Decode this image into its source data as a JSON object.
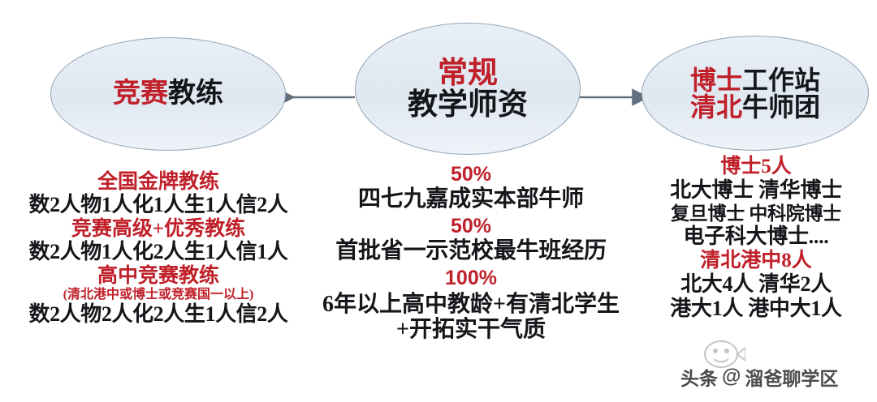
{
  "theme": {
    "red": "#c0202a",
    "black": "#14161a",
    "node_fill": "#e4ebf3",
    "node_stroke": "#8fa3b5",
    "arrow_color": "#6b7b8c",
    "background": "#ffffff"
  },
  "nodes": {
    "left": {
      "name": "competition-coach",
      "line1_red": "竞赛",
      "line1_black": "教练"
    },
    "center": {
      "name": "regular-teaching-faculty",
      "line1_red": "常规",
      "line2_black": "教学师资"
    },
    "right": {
      "name": "doctoral-workstation",
      "line1_red": "博士",
      "line1_black": "工作站",
      "line2_red": "清北",
      "line2_black": "牛师团"
    }
  },
  "arrows": [
    {
      "name": "arrow-center-to-left",
      "direction": "left"
    },
    {
      "name": "arrow-center-to-right",
      "direction": "right"
    }
  ],
  "columns": {
    "left": [
      {
        "style": "hd",
        "text": "全国金牌教练"
      },
      {
        "style": "bd",
        "text": "数2人物1人化1人生1人信2人"
      },
      {
        "style": "hd",
        "text": "竞赛高级+优秀教练"
      },
      {
        "style": "bd",
        "text": "数2人物1人化2人生1人信1人"
      },
      {
        "style": "hd",
        "text": "高中竞赛教练"
      },
      {
        "style": "sub",
        "text": "(清北港中或博士或竞赛国一以上)"
      },
      {
        "style": "bd",
        "text": "数2人物2人化2人生1人信2人"
      }
    ],
    "center": [
      {
        "style": "pct",
        "text": "50%"
      },
      {
        "style": "bd",
        "text": "四七九嘉成实本部牛师"
      },
      {
        "style": "pct",
        "text": "50%"
      },
      {
        "style": "bd",
        "text": "首批省一示范校最牛班经历"
      },
      {
        "style": "pct",
        "text": "100%"
      },
      {
        "style": "bd2",
        "text": "6年以上高中教龄+有清北学生+开拓实干气质"
      }
    ],
    "right": [
      {
        "style": "hd",
        "text": "博士5人"
      },
      {
        "style": "bd",
        "text": "北大博士 清华博士"
      },
      {
        "style": "bdsm",
        "text": "复旦博士 中科院博士"
      },
      {
        "style": "bd",
        "text": "电子科大博士...."
      },
      {
        "style": "hd",
        "text": "清北港中8人"
      },
      {
        "style": "bd",
        "text": "北大4人  清华2人"
      },
      {
        "style": "bd",
        "text": "港大1人 港中大1人"
      }
    ]
  },
  "watermark": {
    "platform": "头条",
    "at": "@",
    "account": "溜爸聊学区"
  }
}
